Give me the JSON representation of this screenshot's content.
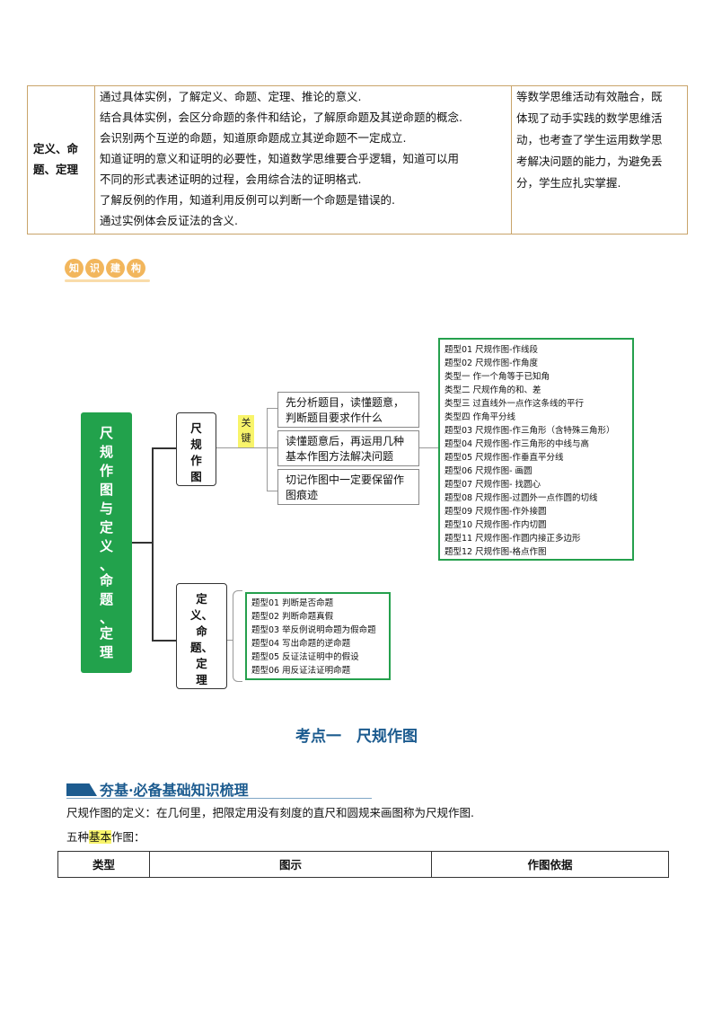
{
  "top_table": {
    "label": "定义、命题、定理",
    "label_lines": [
      "定义、命",
      "题、定理"
    ],
    "requirements": [
      "通过具体实例，了解定义、命题、定理、推论的意义.",
      "结合具体实例，会区分命题的条件和结论，了解原命题及其逆命题的概念.",
      "会识别两个互逆的命题，知道原命题成立其逆命题不一定成立.",
      "知道证明的意义和证明的必要性，知道数学思维要合乎逻辑，知道可以用",
      "不同的形式表述证明的过程，会用综合法的证明格式.",
      "了解反例的作用，知道利用反例可以判断一个命题是错误的.",
      "通过实例体会反证法的含义."
    ],
    "analysis": [
      "等数学思维活动有效融合，既",
      "体现了动手实践的数学思维活",
      "动，也考查了学生运用数学思",
      "考解决问题的能力，为避免丢",
      "分，学生应扎实掌握."
    ]
  },
  "badge": [
    "知",
    "识",
    "建",
    "构"
  ],
  "mindmap": {
    "root_chars": [
      "尺",
      "规",
      "作",
      "图",
      "与",
      "定",
      "义",
      "、",
      "命",
      "题",
      "、",
      "定",
      "理"
    ],
    "branch1_chars": [
      "尺",
      "规",
      "作",
      "图"
    ],
    "key_chars": [
      "关",
      "键"
    ],
    "key_points": [
      "先分析题目，读懂题意，判断题目要求作什么",
      "读懂题意后，再运用几种基本作图方法解决问题",
      "切记作图中一定要保留作图痕迹"
    ],
    "key_point_lines": [
      [
        "先分析题目，读懂题意，",
        "判断题目要求作什么"
      ],
      [
        "读懂题意后，再运用几种",
        "基本作图方法解决问题"
      ],
      [
        "切记作图中一定要保留作",
        "图痕迹"
      ]
    ],
    "branch1_types": [
      "题型01 尺规作图-作线段",
      "题型02 尺规作图-作角度",
      "类型一 作一个角等于已知角",
      "类型二 尺规作角的和、差",
      "类型三 过直线外一点作这条线的平行",
      "类型四 作角平分线",
      "题型03 尺规作图-作三角形（含特殊三角形）",
      "题型04 尺规作图-作三角形的中线与高",
      "题型05 尺规作图-作垂直平分线",
      "题型06 尺规作图- 画圆",
      "题型07 尺规作图- 找圆心",
      "题型08 尺规作图-过圆外一点作圆的切线",
      "题型09 尺规作图-作外接圆",
      "题型10 尺规作图-作内切圆",
      "题型11 尺规作图-作圆内接正多边形",
      "题型12 尺规作图-格点作图"
    ],
    "branch2_chars": [
      "定",
      "义、",
      "命",
      "题、",
      "定",
      "理"
    ],
    "branch2_types": [
      "题型01 判断是否命题",
      "题型02 判断命题真假",
      "题型03 举反例说明命题为假命题",
      "题型04 写出命题的逆命题",
      "题型05 反证法证明中的假设",
      "题型06 用反证法证明命题"
    ]
  },
  "section_title": "考点一　尺规作图",
  "sub_heading": "夯基·必备基础知识梳理",
  "definition": {
    "term": "尺规作图的定义",
    "rest": "：在几何里，把限定用没有刻度的直尺和圆规来画图称为尺规作图."
  },
  "five_basic": {
    "pre": "五种",
    "highlight": "基本",
    "post": "作图："
  },
  "bottom_table": {
    "headers": [
      "类型",
      "图示",
      "作图依据"
    ]
  },
  "colors": {
    "green": "#22a24c",
    "blue": "#1c5b8f",
    "border": "#c9a46a",
    "highlight": "#f8f46a",
    "badge": "#f2b65c"
  }
}
